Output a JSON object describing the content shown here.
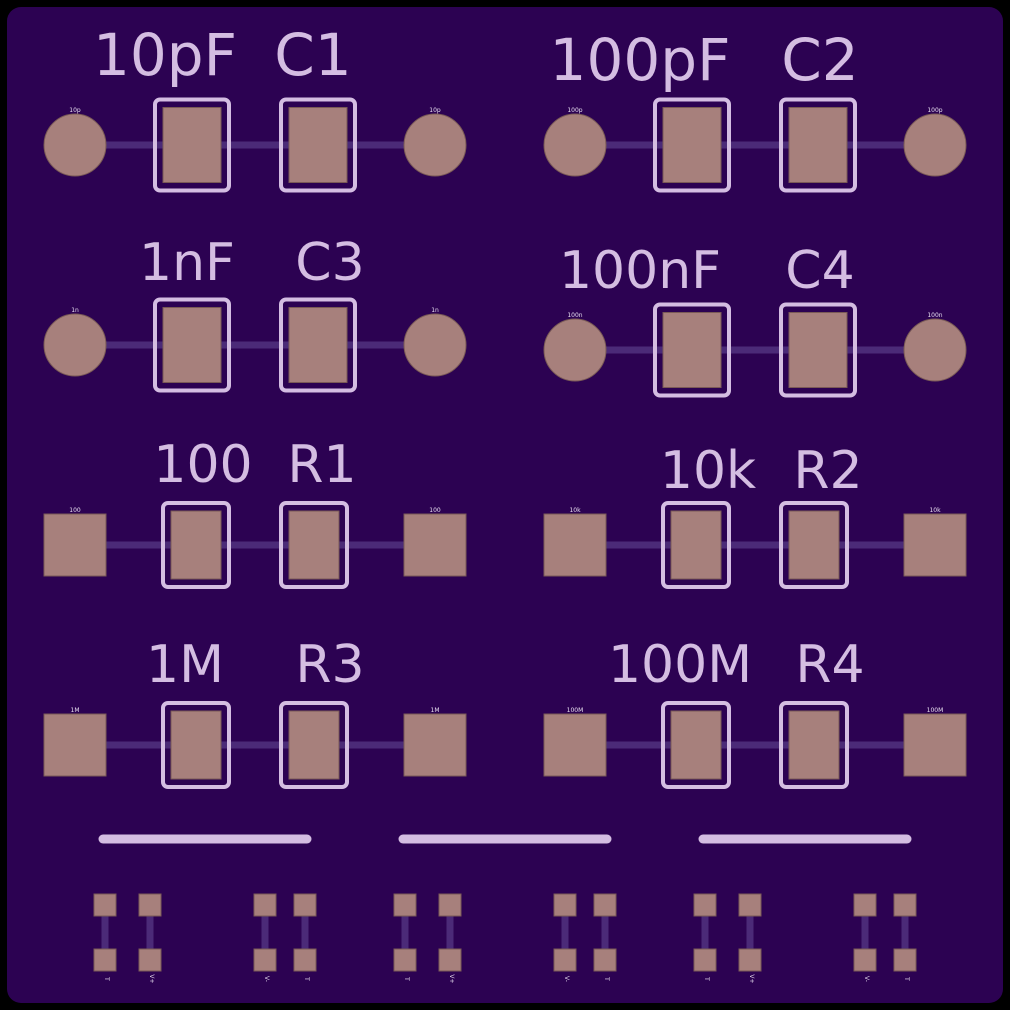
{
  "colors": {
    "board": "#2c0252",
    "edge": "#000000",
    "pad": "#a7807c",
    "pad_outline": "#7a5a56",
    "silk": "#d4bde2",
    "trace": "#4b2a78"
  },
  "components": [
    {
      "id": "c1",
      "designator": "C1",
      "value": "10pF",
      "pad_label": "10p",
      "pad_shape": "circle"
    },
    {
      "id": "c2",
      "designator": "C2",
      "value": "100pF",
      "pad_label": "100p",
      "pad_shape": "circle"
    },
    {
      "id": "c3",
      "designator": "C3",
      "value": "1nF",
      "pad_label": "1n",
      "pad_shape": "circle"
    },
    {
      "id": "c4",
      "designator": "C4",
      "value": "100nF",
      "pad_label": "100n",
      "pad_shape": "circle"
    },
    {
      "id": "r1",
      "designator": "R1",
      "value": "100",
      "pad_label": "100",
      "pad_shape": "square"
    },
    {
      "id": "r2",
      "designator": "R2",
      "value": "10k",
      "pad_label": "10k",
      "pad_shape": "square"
    },
    {
      "id": "r3",
      "designator": "R3",
      "value": "1M",
      "pad_label": "1M",
      "pad_shape": "square"
    },
    {
      "id": "r4",
      "designator": "R4",
      "value": "100M",
      "pad_label": "100M",
      "pad_shape": "square"
    }
  ],
  "connector_groups": [
    {
      "id": "g1",
      "labels": [
        "T",
        "V+",
        "V-",
        "T"
      ]
    },
    {
      "id": "g2",
      "labels": [
        "T",
        "V+",
        "V-",
        "T"
      ]
    },
    {
      "id": "g3",
      "labels": [
        "T",
        "V+",
        "V-",
        "T"
      ]
    }
  ]
}
